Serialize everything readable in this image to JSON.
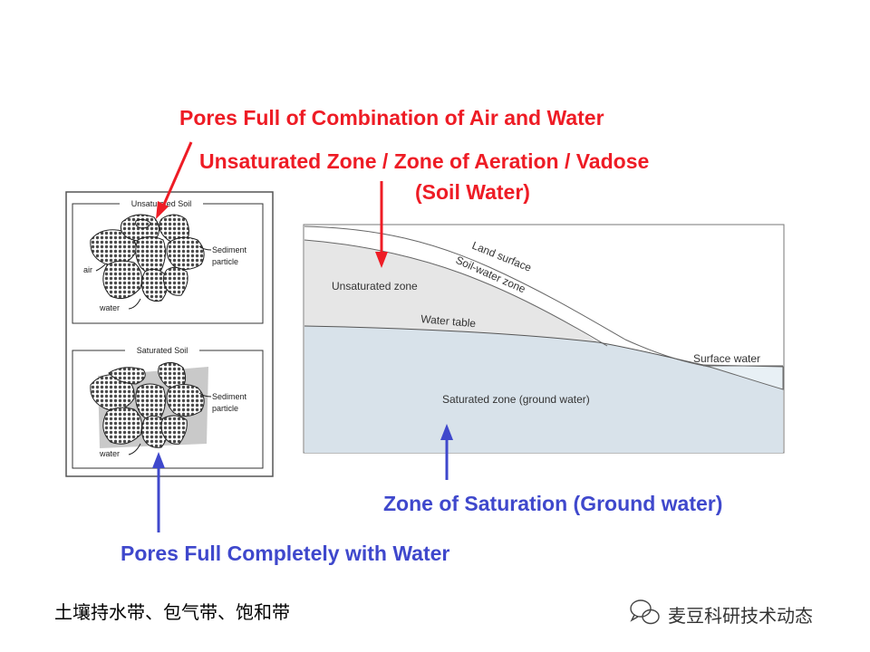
{
  "labels": {
    "pores_air_water": "Pores Full of Combination of Air and Water",
    "unsaturated_title_line1": "Unsaturated Zone / Zone of Aeration / Vadose",
    "unsaturated_title_line2": "(Soil Water)",
    "saturation_title": "Zone of Saturation (Ground water)",
    "pores_water": "Pores Full Completely with Water"
  },
  "soil_panels": {
    "unsaturated": {
      "title": "Unsaturated Soil",
      "sediment_line1": "Sediment",
      "sediment_line2": "particle",
      "air": "air",
      "water": "water"
    },
    "saturated": {
      "title": "Saturated Soil",
      "sediment_line1": "Sediment",
      "sediment_line2": "particle",
      "water": "water"
    }
  },
  "cross_section": {
    "land_surface": "Land surface",
    "soil_water_zone": "Soil-water zone",
    "unsaturated_zone": "Unsaturated zone",
    "water_table": "Water table",
    "surface_water": "Surface water",
    "saturated_zone": "Saturated zone (ground water)"
  },
  "caption": "土壤持水带、包气带、饱和带",
  "watermark": "麦豆科研技术动态",
  "colors": {
    "red": "#ee1c25",
    "blue": "#3f48cc",
    "unsaturated_fill": "#e6e6e6",
    "saturated_fill": "#d8e2ea"
  }
}
